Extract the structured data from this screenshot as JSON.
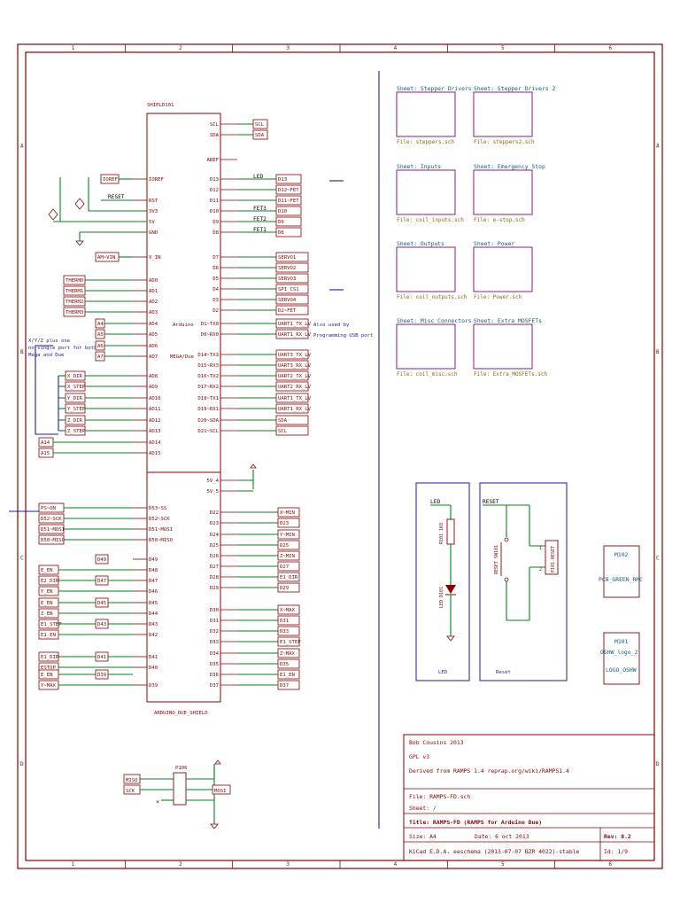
{
  "frame": {
    "col_markers": [
      "1",
      "2",
      "3",
      "4",
      "5",
      "6"
    ],
    "row_markers": [
      "A",
      "B",
      "C",
      "D"
    ]
  },
  "main_ic": {
    "ref": "SHIELD101",
    "value": "ARDUINO_DUE_SHIELD",
    "inner_labels": [
      "Arduino",
      "MEGA/Due"
    ],
    "left_pins": [
      "IOREF",
      "RST",
      "3V3",
      "5V",
      "GND",
      "V_IN",
      "AD0",
      "AD1",
      "AD2",
      "AD3",
      "AD4",
      "AD5",
      "AD6",
      "AD7",
      "AD8",
      "AD9",
      "AD10",
      "AD11",
      "AD12",
      "AD13",
      "AD14",
      "AD15",
      "D53~SS",
      "D52~SCK",
      "D51~MOSI",
      "D50~MISO",
      "D49",
      "D48",
      "D47",
      "D46",
      "D45",
      "D44",
      "D43",
      "D42",
      "D41",
      "D40",
      "D39"
    ],
    "right_pins": [
      "SCL",
      "SDA",
      "AREF",
      "D13",
      "D12",
      "D11",
      "D10",
      "D9",
      "D8",
      "D7",
      "D6",
      "D5",
      "D4",
      "D3",
      "D2",
      "D1~TX0",
      "D0~RX0",
      "D14~TX3",
      "D15~RX3",
      "D16~TX2",
      "D17~RX2",
      "D18~TX1",
      "D19~RX1",
      "D20~SDA",
      "D21~SCL",
      "5V_4",
      "5V_5",
      "D22",
      "D23",
      "D24",
      "D25",
      "D26",
      "D27",
      "D28",
      "D29",
      "D30",
      "D31",
      "D32",
      "D33",
      "D34",
      "D35",
      "D36",
      "D37"
    ]
  },
  "labels": {
    "top_right": [
      "SCL",
      "SDA"
    ],
    "right_top_nets": [
      "LED",
      "",
      "",
      "FET3",
      "FET2",
      "FET1"
    ],
    "right_top_labels": [
      "D13",
      "D12~FET",
      "D11~FET",
      "D10",
      "D9",
      "D8"
    ],
    "right_servo": [
      "SERVO1",
      "SERVO2",
      "SERVO3",
      "SPI_CS1",
      "SERVO4",
      "D2~FET",
      "UART1_TX_LV",
      "UART1_RX_LV"
    ],
    "right_uart": [
      "UART3_TX_LV",
      "UART3_RX_LV",
      "UART2_TX_LV",
      "UART2_RX_LV",
      "UART1_TX_LV",
      "UART1_RX_LV",
      "SDA",
      "SCL"
    ],
    "left_top": [
      "IOREF",
      "RESET"
    ],
    "left_vin": "AM~VIN",
    "left_therm": [
      "THERM0",
      "THERM1",
      "THERM2",
      "THERM3"
    ],
    "left_a": [
      "A4",
      "A5",
      "A6",
      "A7"
    ],
    "left_dir": [
      "X_DIR",
      "X_STEP",
      "Y_DIR",
      "Y_STEP",
      "Z_DIR",
      "Z_STEP"
    ],
    "left_a1415": [
      "A14",
      "A15"
    ],
    "left_spi": [
      "PS~ON",
      "D52~SCK",
      "D51~MOSI",
      "D50~MISO"
    ],
    "left_d": [
      "E_EN",
      "E2_DIR",
      "Y_EN",
      "E_EN",
      "Z_EN",
      "E1_STEP",
      "E1_EN",
      "E1_DIR",
      "ESTOP",
      "E_EN",
      "Y~MAX"
    ],
    "left_mid": [
      "D49",
      "D47",
      "D45",
      "D43",
      "D41",
      "D39"
    ],
    "right_d": [
      "X~MIN",
      "D23",
      "Y~MIN",
      "D25",
      "Z~MIN",
      "D27",
      "E1_DIR",
      "D29",
      "X~MAX",
      "D31",
      "D33",
      "E1_STEP",
      "Z~MAX",
      "D35",
      "E1_EN",
      "D37"
    ]
  },
  "note": [
    "X/Y/Z plus one",
    "no single port for both",
    "Mega and Due"
  ],
  "note_usb": [
    "Also used by",
    "Programming USB port"
  ],
  "sheets": [
    {
      "name": "Sheet: Stepper Drivers",
      "file": "File: steppers.sch"
    },
    {
      "name": "Sheet: Stepper Drivers 2",
      "file": "File: steppers2.sch"
    },
    {
      "name": "Sheet: Inputs",
      "file": "File: coil_inputs.sch"
    },
    {
      "name": "Sheet: Emergency Stop",
      "file": "File: e-stop.sch"
    },
    {
      "name": "Sheet: Outputs",
      "file": "File: coil_outputs.sch"
    },
    {
      "name": "Sheet: Power",
      "file": "File: Power.sch"
    },
    {
      "name": "Sheet: Misc Connectors",
      "file": "File: coil_misc.sch"
    },
    {
      "name": "Sheet: Extra MOSFETs",
      "file": "File: Extra_MOSFETs.sch"
    }
  ],
  "led_box": {
    "net": "LED",
    "res": "R101 1K8",
    "led": "LED D101",
    "caption": "LED"
  },
  "reset_box": {
    "net": "RESET",
    "sw": "RESET SW101",
    "conn": "P101 RESET",
    "caption": "Reset"
  },
  "m102": {
    "ref": "M102",
    "value": "PCB_GREEN_RMC"
  },
  "m101": {
    "ref": "M101",
    "value": "OSHW_logo_2",
    "value2": "LOGO_OSHW"
  },
  "p106": {
    "ref": "P106",
    "left": [
      "MISO",
      "SCK"
    ],
    "right": [
      "MOSI"
    ]
  },
  "title_block": {
    "author": "Bob Cousins 2013",
    "license": "GPL v3",
    "derived": "Derived from RAMPS 1.4 reprap.org/wiki/RAMPS1.4",
    "file": "File: RAMPS-FD.sch",
    "sheet": "Sheet: /",
    "title": "Title: RAMPS-FD (RAMPS for Arduino Due)",
    "size": "Size: A4",
    "date": "Date: 6 oct 2013",
    "rev": "Rev: 0.2",
    "tool": "KiCad E.D.A.  eeschema (2013-07-07 BZR 4022)-stable",
    "id": "Id: 1/9"
  }
}
